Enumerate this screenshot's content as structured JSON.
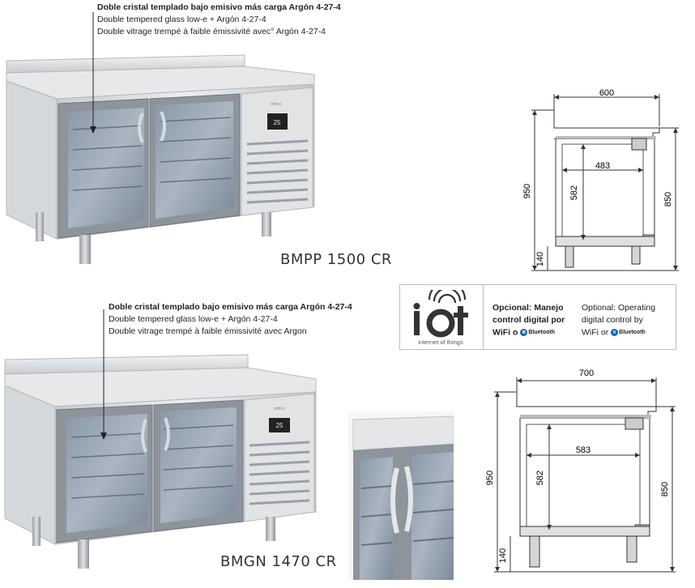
{
  "top_product": {
    "caption": {
      "line1": "Doble cristal templado bajo emisivo más carga Argón 4-27-4",
      "line2": "Double tempered glass low-e + Argón 4-27-4",
      "line3": "Double vitrage trempé à faible émissivité avec° Argón 4-27-4"
    },
    "model": "BMPP 1500 CR",
    "display_value": "25",
    "brand": "infrico",
    "dims": {
      "width": "600",
      "inner_width": "483",
      "height": "950",
      "inner_height": "582",
      "legs": "140",
      "side_height": "850"
    }
  },
  "iot": {
    "logo_text": "iot",
    "logo_sub": "internet of things",
    "es_line1": "Opcional: Manejo",
    "es_line2": "control digital por",
    "es_line3": "WiFi o",
    "en_line1": "Optional: Operating",
    "en_line2": "digital control by",
    "en_line3": "WiFi or",
    "bluetooth_label": "Bluetooth"
  },
  "bottom_product": {
    "caption": {
      "line1": "Doble cristal templado bajo emisivo más carga Argón 4-27-4",
      "line2": "Double tempered glass low-e + Argón 4-27-4",
      "line3": "Double vitrage trempé à faible émissivité avec Argon"
    },
    "model": "BMGN 1470 CR",
    "display_value": "25",
    "brand": "infrico",
    "dims": {
      "width": "700",
      "inner_width": "583",
      "height": "950",
      "inner_height": "582",
      "legs": "140",
      "side_height": "850"
    }
  }
}
